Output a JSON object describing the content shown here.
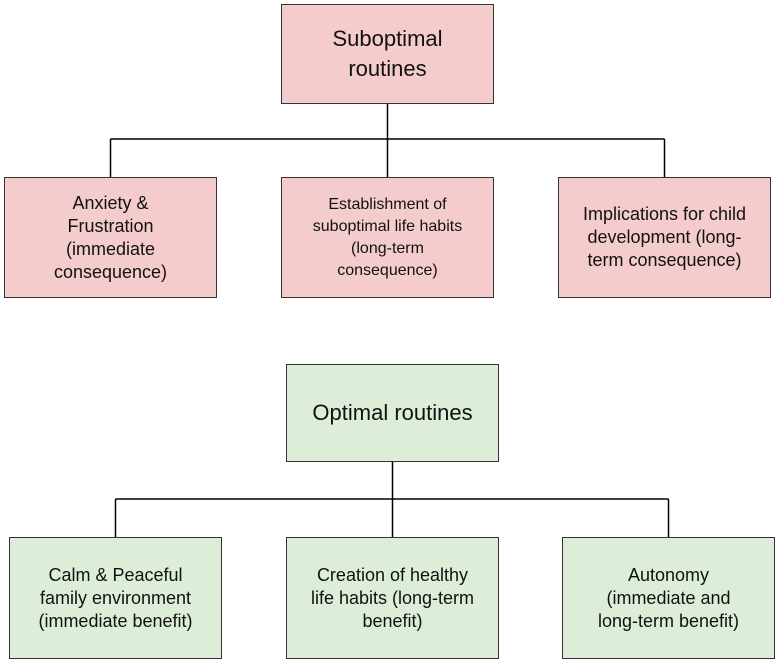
{
  "suboptimal": {
    "root": "Suboptimal\nroutines",
    "children": [
      "Anxiety &\nFrustration\n(immediate\nconsequence)",
      "Establishment of\nsuboptimal life habits\n(long-term\nconsequence)",
      "Implications for child\ndevelopment (long-\nterm consequence)"
    ]
  },
  "optimal": {
    "root": "Optimal routines",
    "children": [
      "Calm & Peaceful\nfamily environment\n(immediate benefit)",
      "Creation of healthy\nlife habits (long-term\nbenefit)",
      "Autonomy\n(immediate and\nlong-term benefit)"
    ]
  },
  "colors": {
    "suboptimal_fill": "#f5cccc",
    "optimal_fill": "#ddeed8",
    "border": "#333333",
    "line": "#000000"
  }
}
